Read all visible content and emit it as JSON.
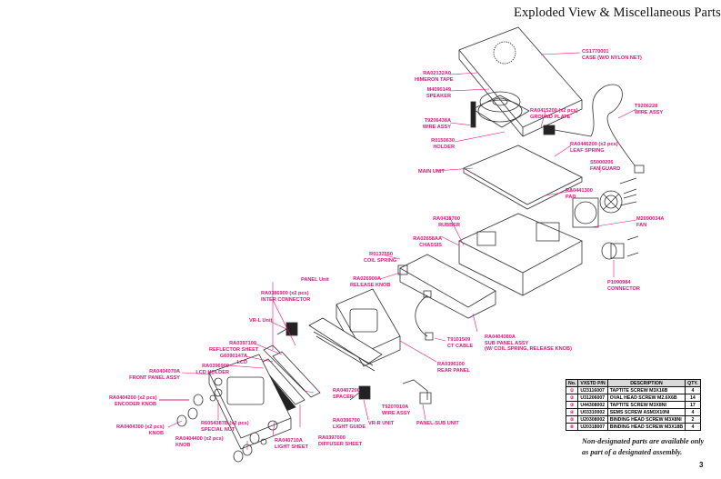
{
  "page": {
    "title": "Exploded View & Miscellaneous Parts",
    "page_number": "3",
    "note_lines": [
      "Non-designated parts are available only",
      "as part of a designated assembly."
    ],
    "accent_color": "#e0157a"
  },
  "labels": {
    "case": [
      "CS1770001",
      "CASE (W/O NYLON NET)"
    ],
    "himeron_tape": [
      "RA02132A0",
      "HIMERON TAPE"
    ],
    "speaker": [
      "M4090149",
      "SPEAKER"
    ],
    "wire_assy_top": [
      "T9206438A",
      "WIRE ASSY"
    ],
    "ground_plate": [
      "RA0415200 (x2 pcs)",
      "GROUND PLATE"
    ],
    "wire_assy_right": [
      "T9206228",
      "WIRE ASSY"
    ],
    "holder": [
      "R0150630",
      "HOLDER"
    ],
    "leaf_spring": [
      "RA0446200 (x2 pcs)",
      "LEAF SPRING"
    ],
    "fan_guard": [
      "S5000206",
      "FAN GUARD"
    ],
    "main_unit": [
      "MAIN UNIT"
    ],
    "pad": [
      "RA0441300",
      "PAD"
    ],
    "fan": [
      "M2090034A",
      "FAN"
    ],
    "rubber": [
      "RA0438700",
      "RUBBER"
    ],
    "chassis": [
      "RA02658AA",
      "CHASSIS"
    ],
    "coil_spring": [
      "R0137550",
      "COIL SPRING"
    ],
    "release_knob": [
      "RA026900A",
      "RELEASE KNOB"
    ],
    "connector": [
      "P1090984",
      "CONNECTOR"
    ],
    "panel_unit": [
      "PANEL Unit"
    ],
    "inter_connector": [
      "RA0386900 (x2 pcs)",
      "INTER CONNECTOR"
    ],
    "vrl_unit": [
      "VR-L Unit"
    ],
    "reflector_sheet": [
      "RA0397100",
      "REFLECTOR SHEET"
    ],
    "lcd": [
      "G6090147A",
      "LCD"
    ],
    "lcd_holder": [
      "RA0396900",
      "LCD HOLDER"
    ],
    "front_panel_assy": [
      "RA0404070A",
      "FRONT PANEL ASSY"
    ],
    "ct_cable": [
      "T9101509",
      "CT CABLE"
    ],
    "sub_panel_assy": [
      "RA0404080A",
      "SUB PANEL ASSY",
      "(W/ COIL SPRING, RELEASE KNOB)"
    ],
    "rear_panel": [
      "RA0396100",
      "REAR PANEL"
    ],
    "encoder_knob": [
      "RA0404200 (x2 pcs)",
      "ENCODER KNOB"
    ],
    "spacer": [
      "RA0407200",
      "SPACER"
    ],
    "wire_assy_bottom": [
      "T9207010A",
      "WIRE ASSY"
    ],
    "knob_a": [
      "RA0404300 (x2 pcs)",
      "KNOB"
    ],
    "special_nut": [
      "R6054387B (x2 pcs)",
      "SPECIAL NUT"
    ],
    "light_guide": [
      "RA0396700",
      "LIGHT GUIDE"
    ],
    "vrr_unit": [
      "VR-R UNIT"
    ],
    "panel_sub_unit": [
      "PANEL-SUB UNIT"
    ],
    "knob_b": [
      "RA0404400 (x2 pcs)",
      "KNOB"
    ],
    "light_sheet": [
      "RA040710A",
      "LIGHT SHEET"
    ],
    "diffuser_sheet": [
      "RA0397000",
      "DIFFUSER SHEET"
    ]
  },
  "parts_table": {
    "headers": [
      "No.",
      "VXSTD P/N",
      "DESCRIPTION",
      "QTY."
    ],
    "rows": [
      {
        "no": "①",
        "pn": "U23116007",
        "desc": "TAPTITE SCREW M3X16B",
        "qty": "4"
      },
      {
        "no": "②",
        "pn": "U31206007",
        "desc": "OVAL HEAD SCREW M2.6X6B",
        "qty": "14"
      },
      {
        "no": "③",
        "pn": "U44308002",
        "desc": "TAPTITE SCREW M3X8NI",
        "qty": "17"
      },
      {
        "no": "④",
        "pn": "U03310002",
        "desc": "SEMS SCREW ASM3X10NI",
        "qty": "4"
      },
      {
        "no": "⑤",
        "pn": "U20308002",
        "desc": "BINDING HEAD SCREW M3X8NI",
        "qty": "2"
      },
      {
        "no": "⑥",
        "pn": "U20318007",
        "desc": "BINDING HEAD SCREW M3X18B",
        "qty": "4"
      }
    ]
  },
  "callout_markers": [
    "①",
    "②",
    "③",
    "④",
    "⑤",
    "⑥"
  ]
}
